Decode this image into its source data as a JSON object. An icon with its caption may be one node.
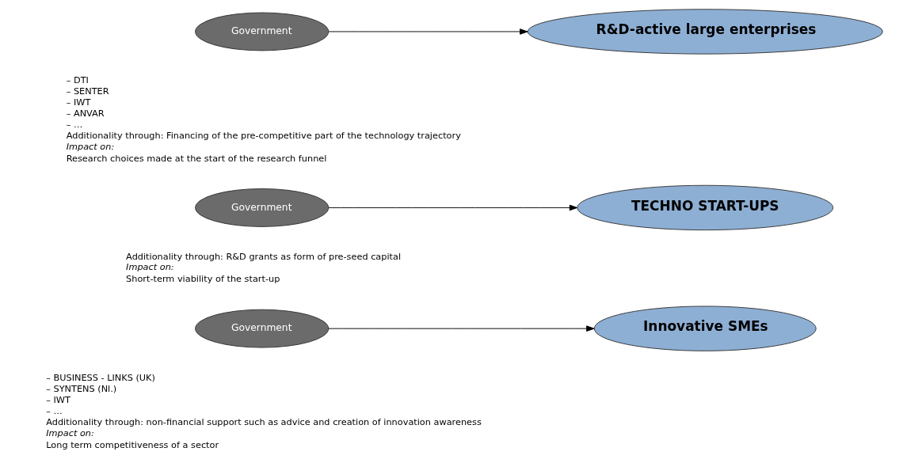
{
  "diagram": {
    "nodes": [
      {
        "text": [
          "Innovative SMEs"
        ]
      },
      {
        "text": [
          "TECHNO START-UPS"
        ]
      },
      {
        "text": [
          "R&D-active large enterprises"
        ]
      },
      {
        "text": [
          "Government"
        ],
        "beside": [
          "– BUSINESS - LINKS (UK)",
          "– SYNTENS (Nl.)",
          "– IWT",
          "– …",
          "Additionality through: non-financial support such as advice and creation of innovation awareness",
          "Impact on:",
          "Long term competitiveness of a sector"
        ]
      },
      {
        "text": [
          "Government"
        ],
        "beside": [
          "Additionality through: R&D grants as form of pre-seed capital",
          "Impact on:",
          "Short-term viability of the start-up"
        ]
      },
      {
        "text": [
          "Government"
        ],
        "beside": [
          "– DTI",
          "– SENTER",
          "– IWT",
          "– ANVAR",
          "– …",
          "Additionality through: Financing of the pre-competitive part of the technology trajectory",
          "Impact on:",
          "Research choices made at the start of the research funnel"
        ]
      }
    ],
    "edges": [
      {
        "from": 3,
        "to": 0,
        "arrow": "to"
      },
      {
        "from": 4,
        "to": 1,
        "arrow": "to"
      },
      {
        "from": 5,
        "to": 2,
        "arrow": "to"
      }
    ]
  }
}
